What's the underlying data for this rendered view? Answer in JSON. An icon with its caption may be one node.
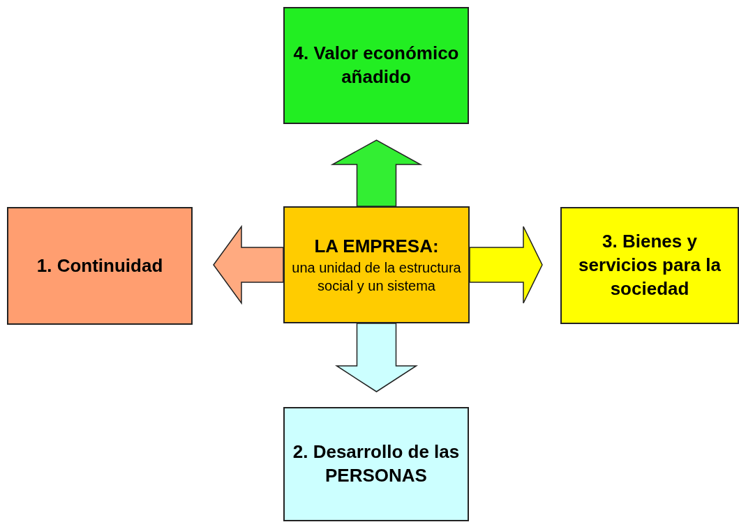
{
  "diagram": {
    "nodes": [
      {
        "text": [
          "4. Valor económico añadido"
        ]
      },
      {
        "text": [
          "1. Continuidad"
        ]
      },
      {
        "text": [
          "LA EMPRESA:",
          "una unidad de la estructura social y un sistema"
        ]
      },
      {
        "text": [
          "3. Bienes y servicios para la sociedad"
        ]
      },
      {
        "text": [
          "2. Desarrollo de las PERSONAS"
        ]
      }
    ],
    "edges": [
      {
        "from": 2,
        "to": 0,
        "arrow": "to",
        "style": "thick",
        "color": "#33ee33"
      },
      {
        "from": 2,
        "to": 1,
        "arrow": "to",
        "style": "thick",
        "color": "#ffaa80"
      },
      {
        "from": 2,
        "to": 3,
        "arrow": "to",
        "style": "thick",
        "color": "#ffff00"
      },
      {
        "from": 2,
        "to": 4,
        "arrow": "to",
        "style": "thick",
        "color": "#ccffff"
      }
    ]
  }
}
